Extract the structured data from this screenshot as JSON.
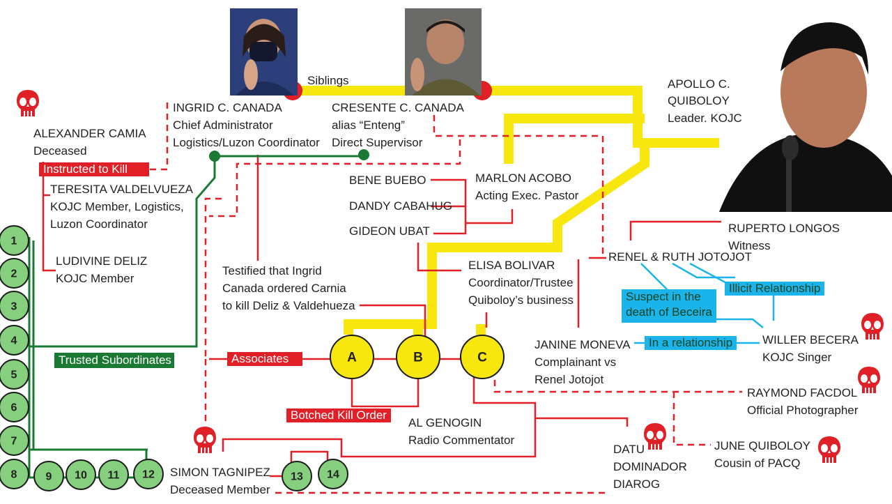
{
  "people": {
    "apollo": {
      "name": "APOLLO C.",
      "name2": "QUIBOLOY",
      "role": "Leader. KOJC"
    },
    "ingrid": {
      "name": "INGRID C. CANADA",
      "role1": "Chief Administrator",
      "role2": "Logistics/Luzon Coordinator"
    },
    "cresente": {
      "name": "CRESENTE C. CANADA",
      "role1": "alias “Enteng”",
      "role2": "Direct Supervisor"
    },
    "alexander": {
      "name": "ALEXANDER CAMIA",
      "role": "Deceased"
    },
    "teresita": {
      "name": "TERESITA VALDELVUEZA",
      "role1": "KOJC Member, Logistics,",
      "role2": "Luzon Coordinator"
    },
    "ludivine": {
      "name": "LUDIVINE DELIZ",
      "role": "KOJC Member"
    },
    "bene": {
      "name": "BENE BUEBO"
    },
    "dandy": {
      "name": "DANDY CABAHUG"
    },
    "gideon": {
      "name": "GIDEON UBAT"
    },
    "marlon": {
      "name": "MARLON ACOBO",
      "role": "Acting Exec. Pastor"
    },
    "elisa": {
      "name": "ELISA BOLIVAR",
      "role1": "Coordinator/Trustee",
      "role2": "Quiboloy’s business"
    },
    "ruperto": {
      "name": "RUPERTO LONGOS",
      "role": "Witness"
    },
    "renel": {
      "name": "RENEL & RUTH JOTOJOT"
    },
    "janine": {
      "name": "JANINE MONEVA",
      "role1": "Complainant vs",
      "role2": "Renel Jotojot"
    },
    "willer": {
      "name": "WILLER BECERA",
      "role": "KOJC Singer"
    },
    "raymond": {
      "name": "RAYMOND FACDOL",
      "role": "Official Photographer"
    },
    "june": {
      "name": "JUNE QUIBOLOY",
      "role": "Cousin of PACQ"
    },
    "datu": {
      "line1": "DATU",
      "line2": "DOMINADOR",
      "line3": "DIAROG"
    },
    "al": {
      "name": "AL GENOGIN",
      "role": "Radio Commentator"
    },
    "simon": {
      "name": "SIMON TAGNIPEZ",
      "role": "Deceased Member"
    }
  },
  "labels": {
    "siblings": "Siblings",
    "testified1": "Testified that Ingrid",
    "testified2": "Canada ordered Carnia",
    "testified3": "to kill Deliz & Valdehueza"
  },
  "tags": {
    "instructed": "Instructed to Kill",
    "trusted": "Trusted Subordinates",
    "associates": "Associates",
    "botched": "Botched Kill Order",
    "suspect1": "Suspect in the",
    "suspect2": "death of Beceira",
    "illicit": "Illicit Relationship",
    "relationship": "In a relationship"
  },
  "circles": {
    "abc": [
      "A",
      "B",
      "C"
    ],
    "numbers": [
      "1",
      "2",
      "3",
      "4",
      "5",
      "6",
      "7",
      "8",
      "9",
      "10",
      "11",
      "12",
      "13",
      "14"
    ]
  },
  "colors": {
    "yellow": "#f7e70e",
    "red": "#e11f26",
    "green": "#1a7a33",
    "circle_green": "#86cf7e",
    "blue": "#1ab3ea"
  }
}
